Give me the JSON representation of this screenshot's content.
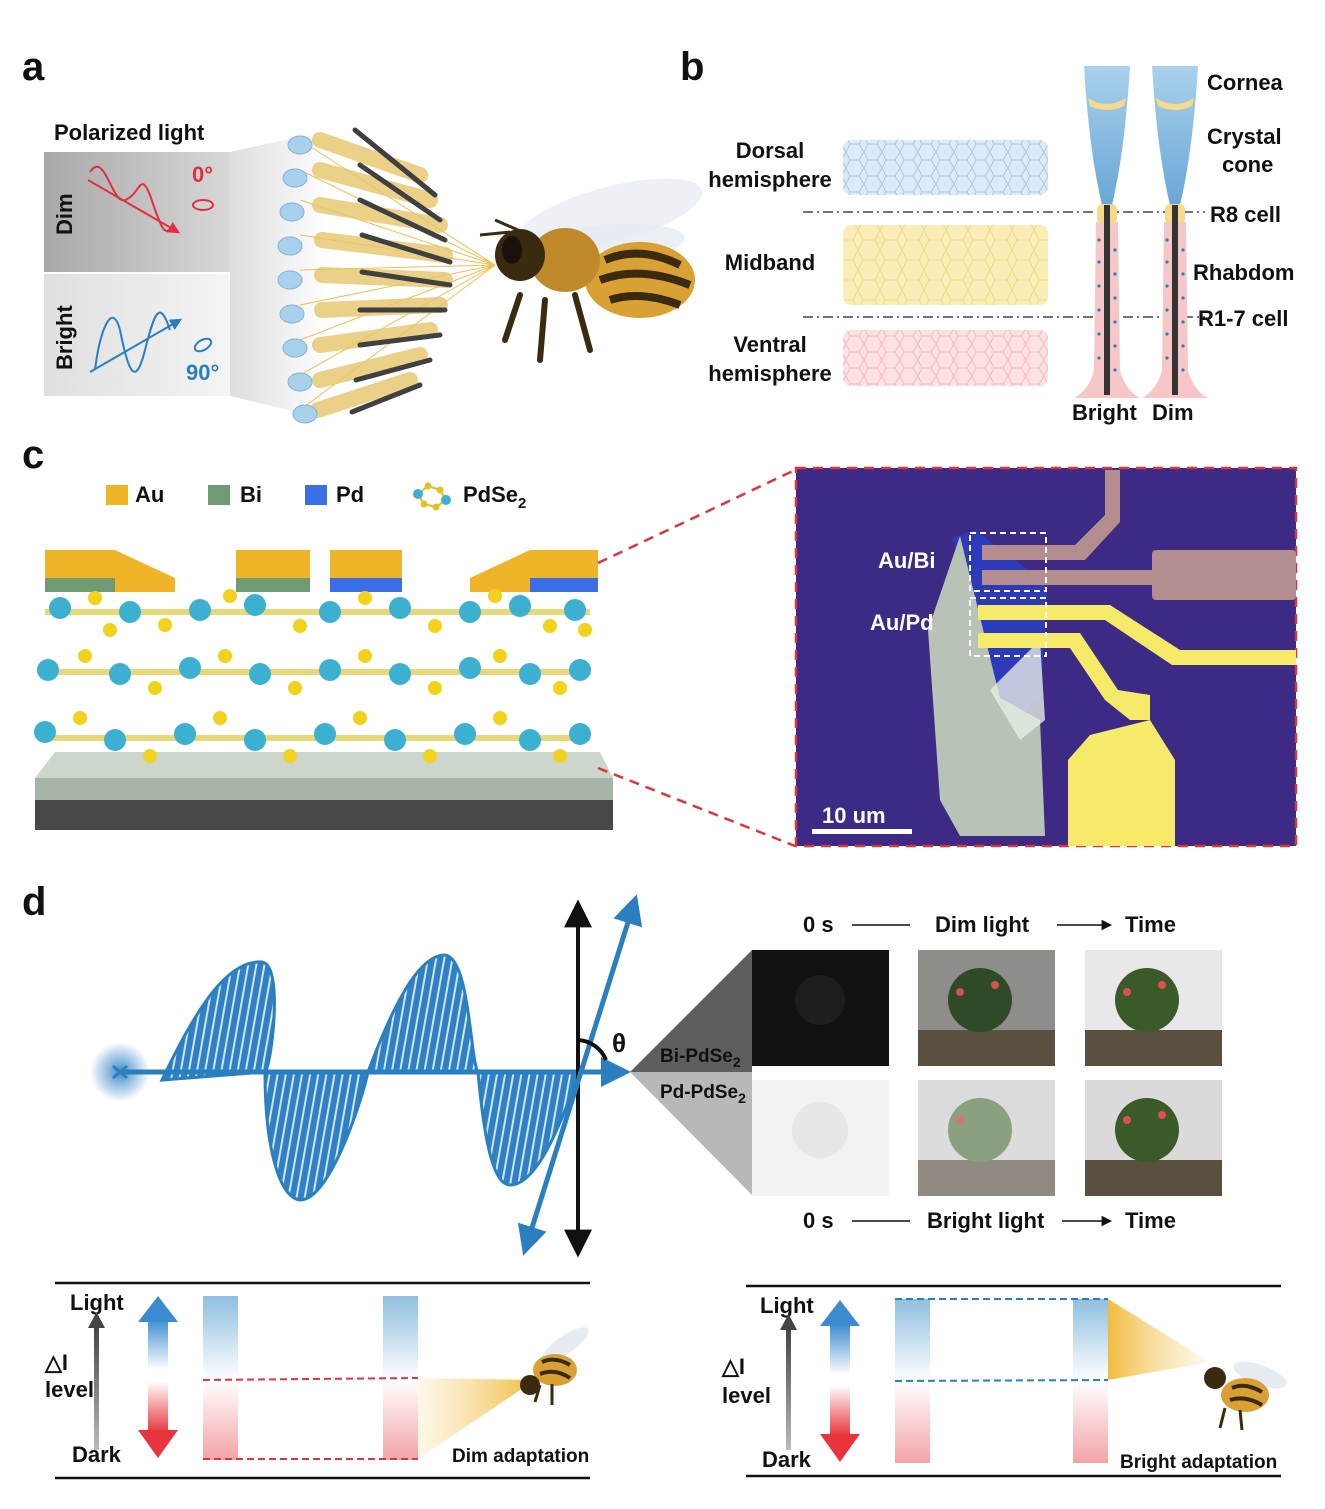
{
  "panels": {
    "a": "a",
    "b": "b",
    "c": "c",
    "d": "d"
  },
  "panel_a": {
    "title": "Polarized light",
    "dim_label": "Dim",
    "bright_label": "Bright",
    "angle_dim": "0°",
    "angle_bright": "90°",
    "colors": {
      "dim": "#e03040",
      "bright": "#2a7fc0"
    }
  },
  "panel_b": {
    "regions": [
      "Dorsal",
      "hemisphere",
      "Midband",
      "Ventral",
      "hemisphere"
    ],
    "parts": [
      "Cornea",
      "Crystal",
      "cone",
      "R8 cell",
      "Rhabdom",
      "R1-7 cell"
    ],
    "columns": [
      "Bright",
      "Dim"
    ]
  },
  "panel_c": {
    "legend": [
      {
        "label": "Au",
        "color": "#f0b429"
      },
      {
        "label": "Bi",
        "color": "#6f9a72"
      },
      {
        "label": "Pd",
        "color": "#3a6fe8"
      },
      {
        "label": "PdSe",
        "sub": "2",
        "icon": "pdse2-molecule-icon"
      }
    ],
    "micrograph": {
      "label_top": "Au/Bi",
      "label_bottom": "Au/Pd",
      "scale": "10 um"
    }
  },
  "panel_d": {
    "theta": "θ",
    "device_top": "Bi-PdSe",
    "device_bottom": "Pd-PdSe",
    "sub": "2",
    "top_timeline": {
      "start": "0 s",
      "mid": "Dim light",
      "end": "Time"
    },
    "bottom_timeline": {
      "start": "0 s",
      "mid": "Bright light",
      "end": "Time"
    },
    "level_axis": {
      "top": "Light",
      "bottom": "Dark",
      "symbol": "△I",
      "word": "level"
    },
    "left_caption": "Dim adaptation",
    "right_caption": "Bright adaptation"
  }
}
